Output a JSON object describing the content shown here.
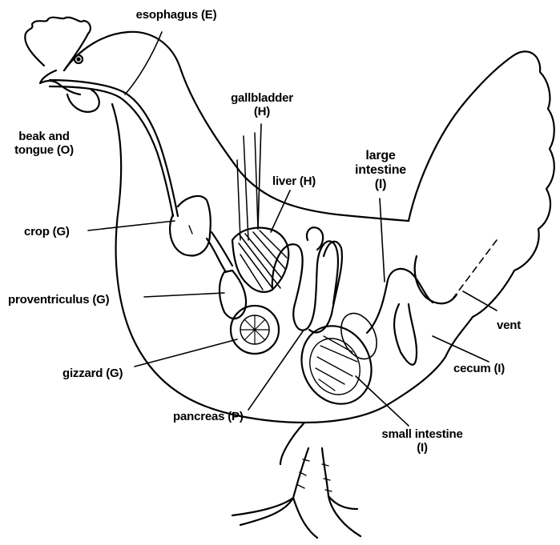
{
  "labels": {
    "esophagus": "esophagus (E)",
    "beak_and_tongue": [
      "beak and",
      "tongue (O)"
    ],
    "gallbladder": [
      "gallbladder",
      "(H)"
    ],
    "large_intestine": [
      "large",
      "intestine",
      "(I)"
    ],
    "liver": "liver (H)",
    "crop": "crop (G)",
    "proventriculus": "proventriculus (G)",
    "vent": "vent",
    "gizzard": "gizzard (G)",
    "cecum": "cecum (I)",
    "pancreas": "pancreas (P)",
    "small_intestine": [
      "small intestine",
      "(I)"
    ]
  },
  "colors": {
    "ink": "#000000",
    "paper": "#ffffff"
  }
}
